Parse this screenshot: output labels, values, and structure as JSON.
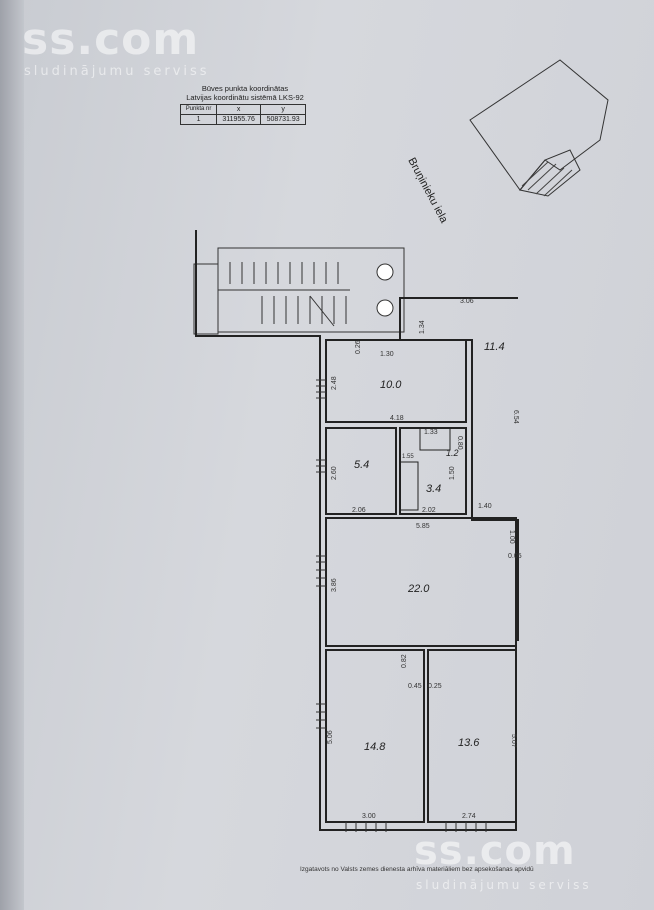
{
  "watermark": {
    "logo": "ss.com",
    "tagline": "sludinājumu serviss"
  },
  "coordinates": {
    "title_line1": "Būves punkta koordinātas",
    "title_line2": "Latvijas koordinātu sistēmā LKS-92",
    "headers": [
      "Punkta nr",
      "x",
      "y"
    ],
    "rows": [
      [
        "1",
        "311955.76",
        "508731.93"
      ]
    ]
  },
  "street": "Bruņinieku iela",
  "rooms": [
    {
      "area": "11.4"
    },
    {
      "area": "10.0"
    },
    {
      "area": "5.4"
    },
    {
      "area": "1.2"
    },
    {
      "area": "3.4"
    },
    {
      "area": "22.0"
    },
    {
      "area": "14.8"
    },
    {
      "area": "13.6"
    }
  ],
  "dimensions": [
    "3.06",
    "1.34",
    "0.26",
    "1.30",
    "2.48",
    "4.18",
    "6.54",
    "1.33",
    "0.80",
    "2.60",
    "1.55",
    "1.50",
    "2.06",
    "2.02",
    "1.40",
    "5.85",
    "1.00",
    "0.05",
    "3.86",
    "0.82",
    "0.45",
    "0.25",
    "5.06",
    "5.07",
    "3.00",
    "2.74"
  ],
  "footer_note": "Izgatavots no Valsts zemes dienesta arhīva materiāliem bez apsekošanas apvidū"
}
